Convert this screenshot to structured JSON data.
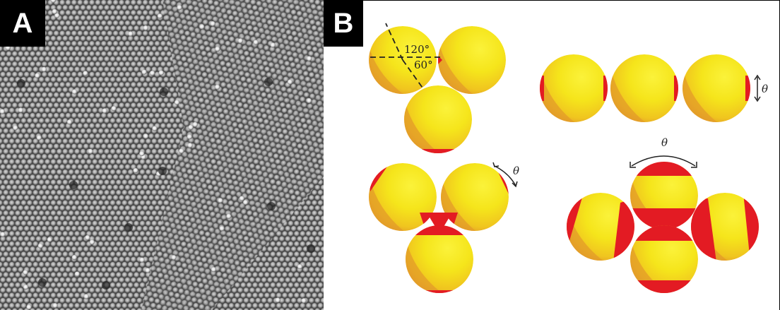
{
  "panels": {
    "a": {
      "label": "A"
    },
    "b": {
      "label": "B"
    }
  },
  "annotations": {
    "angle_120": "120°",
    "angle_60": "60°",
    "theta": "θ",
    "theta_cut": "θ"
  },
  "colors": {
    "yellow": "#f6ea1c",
    "orange": "#e39b2a",
    "red": "#e31b23",
    "micrograph_gray": "#8a8a8a"
  }
}
